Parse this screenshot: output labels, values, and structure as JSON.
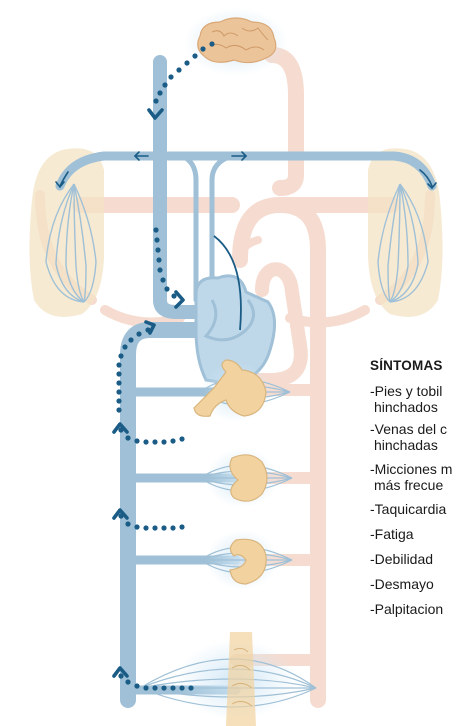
{
  "symptoms": {
    "title": "SÍNTOMAS",
    "items": [
      {
        "line1": "-Pies y tobil",
        "line2": "hinchados"
      },
      {
        "line1": "-Venas del c",
        "line2": "hinchadas"
      },
      {
        "line1": "-Micciones m",
        "line2": "más frecue"
      },
      {
        "line1": "-Taquicardia",
        "line2": ""
      },
      {
        "line1": "-Fatiga",
        "line2": ""
      },
      {
        "line1": "-Debilidad",
        "line2": ""
      },
      {
        "line1": "-Desmayo",
        "line2": ""
      },
      {
        "line1": "-Palpitacion",
        "line2": ""
      }
    ]
  },
  "colors": {
    "vein": "#9fc0d6",
    "artery": "#f6dcd0",
    "flow_dots": "#1a5c86",
    "arrow": "#1a5c86",
    "lung": "#f3e3c4",
    "organ": "#f2d3a0",
    "organ_outline": "#d9b57e",
    "brain": "#ecc49a",
    "glow": "#cfe6f6"
  },
  "icons": [
    "brain-icon",
    "lung-icon",
    "heart-icon",
    "stomach-icon",
    "kidney-icon",
    "leg-muscle-icon"
  ]
}
